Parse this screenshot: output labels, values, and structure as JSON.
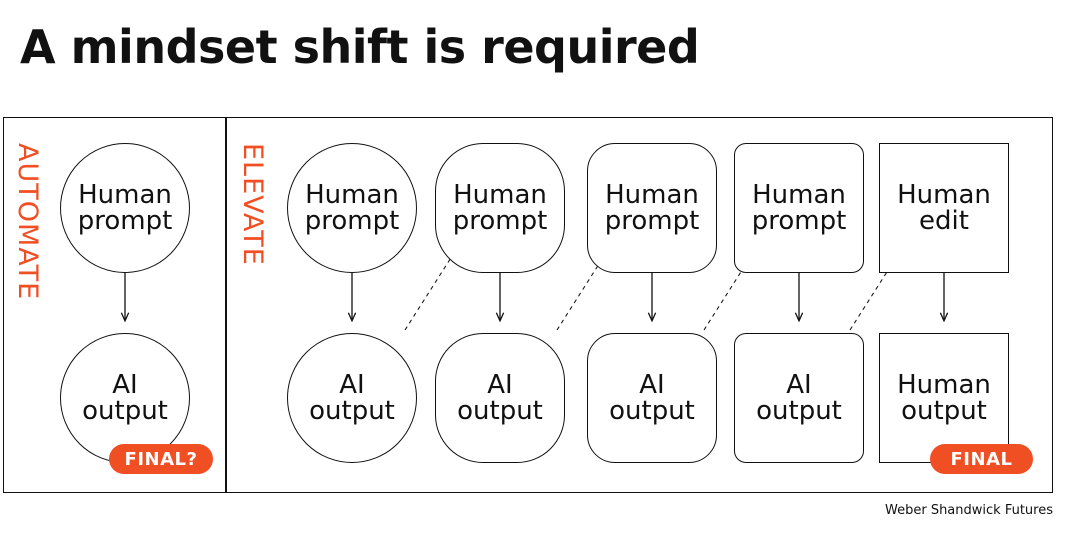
{
  "title": "A mindset shift is required",
  "sections": {
    "automate": "AUTOMATE",
    "elevate": "ELEVATE"
  },
  "automate_nodes": {
    "prompt": [
      "Human",
      "prompt"
    ],
    "output": [
      "AI",
      "output"
    ]
  },
  "elevate_nodes": [
    {
      "top": [
        "Human",
        "prompt"
      ],
      "bottom": [
        "AI",
        "output"
      ]
    },
    {
      "top": [
        "Human",
        "prompt"
      ],
      "bottom": [
        "AI",
        "output"
      ]
    },
    {
      "top": [
        "Human",
        "prompt"
      ],
      "bottom": [
        "AI",
        "output"
      ]
    },
    {
      "top": [
        "Human",
        "prompt"
      ],
      "bottom": [
        "AI",
        "output"
      ]
    },
    {
      "top": [
        "Human",
        "edit"
      ],
      "bottom": [
        "Human",
        "output"
      ]
    }
  ],
  "badges": {
    "automate_final": "FINAL?",
    "elevate_final": "FINAL"
  },
  "footer": "Weber Shandwick Futures",
  "colors": {
    "accent": "#f04e23",
    "ink": "#111111"
  }
}
